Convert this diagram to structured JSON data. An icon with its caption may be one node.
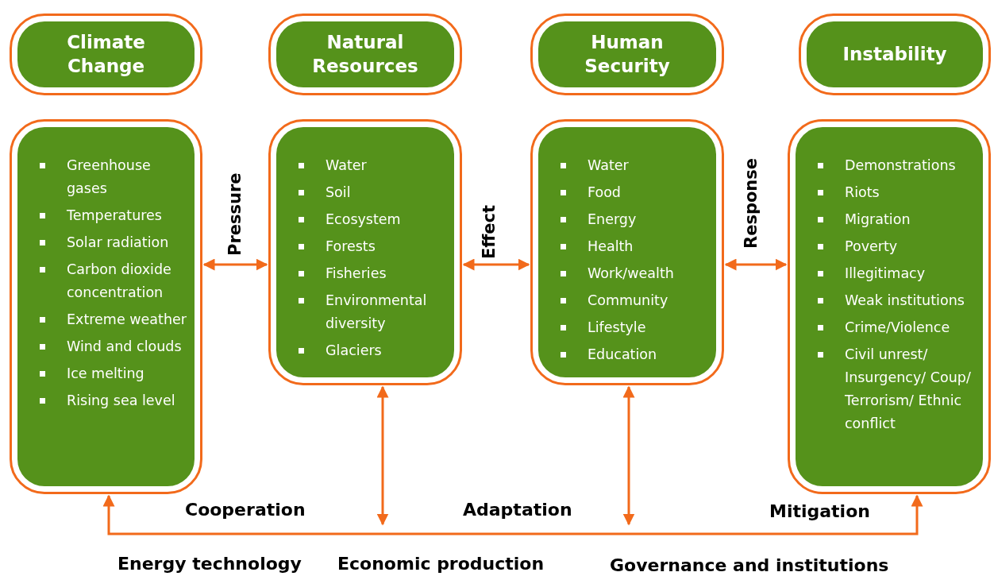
{
  "diagram": {
    "nodes": [
      {
        "text": [
          "Climate Change"
        ]
      },
      {
        "text": [
          "Natural Resources"
        ]
      },
      {
        "text": [
          "Human Security"
        ]
      },
      {
        "text": [
          "Instability"
        ]
      },
      {
        "text": [
          "Greenhouse gases",
          "Temperatures",
          "Solar radiation",
          "Carbon dioxide concentration",
          "Extreme weather",
          "Wind and clouds",
          "Ice melting",
          "Rising sea level"
        ]
      },
      {
        "text": [
          "Water",
          "Soil",
          "Ecosystem",
          "Forests",
          "Fisheries",
          "Environmental diversity",
          "Glaciers"
        ]
      },
      {
        "text": [
          "Water",
          "Food",
          "Energy",
          "Health",
          "Work/wealth",
          "Community",
          "Lifestyle",
          "Education"
        ]
      },
      {
        "text": [
          "Demonstrations",
          "Riots",
          "Migration",
          "Poverty",
          "Illegitimacy",
          "Weak institutions",
          "Crime/Violence",
          "Civil unrest/ Insurgency/ Coup/ Terrorism/ Ethnic conflict"
        ]
      }
    ],
    "edges": [
      {
        "from": 4,
        "to": 5,
        "arrow": "both",
        "label": "Pressure"
      },
      {
        "from": 5,
        "to": 6,
        "arrow": "both",
        "label": "Effect"
      },
      {
        "from": 6,
        "to": 7,
        "arrow": "both",
        "label": "Response"
      },
      {
        "from": 4,
        "to": 7,
        "arrow": "both"
      },
      {
        "from": 5,
        "to": null,
        "arrow": "both"
      },
      {
        "from": 6,
        "to": null,
        "arrow": "both"
      }
    ],
    "labels": [
      "Cooperation",
      "Adaptation",
      "Mitigation",
      "Energy technology",
      "Economic production",
      "Governance and institutions"
    ]
  }
}
